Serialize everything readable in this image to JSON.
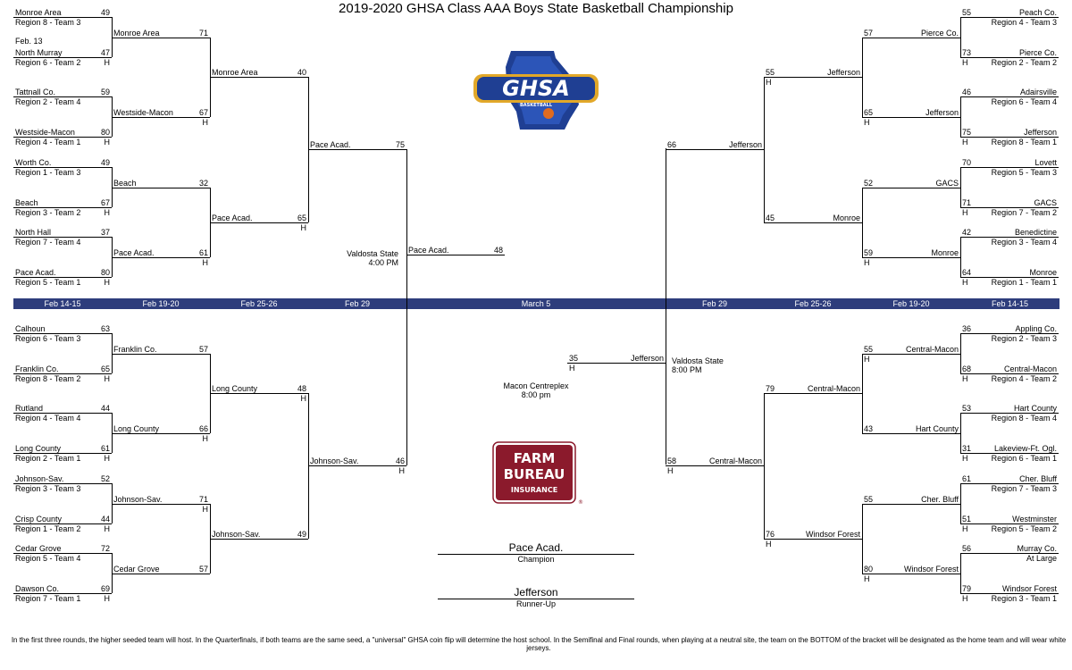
{
  "title": "2019-2020 GHSA Class AAA Boys State Basketball Championship",
  "dates": {
    "left_r1": "Feb 14-15",
    "left_r2": "Feb 19-20",
    "left_r3": "Feb 25-26",
    "left_sf": "Feb 29",
    "final": "March 5",
    "right_sf": "Feb 29",
    "right_r3": "Feb 25-26",
    "right_r2": "Feb 19-20",
    "right_r1": "Feb 14-15"
  },
  "top_left": {
    "r1": [
      {
        "team": "Monroe Area",
        "seed": "Region 8 - Team 3",
        "score": "49",
        "host": ""
      },
      {
        "team": "North Murray",
        "seed": "Region 6 - Team 2",
        "score": "47",
        "host": "H"
      },
      {
        "team": "Tattnall Co.",
        "seed": "Region 2 - Team 4",
        "score": "59",
        "host": ""
      },
      {
        "team": "Westside-Macon",
        "seed": "Region 4 - Team 1",
        "score": "80",
        "host": "H"
      },
      {
        "team": "Worth Co.",
        "seed": "Region 1 - Team 3",
        "score": "49",
        "host": ""
      },
      {
        "team": "Beach",
        "seed": "Region 3 - Team 2",
        "score": "67",
        "host": "H"
      },
      {
        "team": "North Hall",
        "seed": "Region 7 - Team 4",
        "score": "37",
        "host": ""
      },
      {
        "team": "Pace Acad.",
        "seed": "Region 5 - Team 1",
        "score": "80",
        "host": "H"
      }
    ],
    "first_note": "Feb. 13",
    "r2": [
      {
        "team": "Monroe Area",
        "score": "71",
        "host": ""
      },
      {
        "team": "Westside-Macon",
        "score": "67",
        "host": "H"
      },
      {
        "team": "Beach",
        "score": "32",
        "host": ""
      },
      {
        "team": "Pace Acad.",
        "score": "61",
        "host": "H"
      }
    ],
    "r3": [
      {
        "team": "Monroe Area",
        "score": "40",
        "host": ""
      },
      {
        "team": "Pace Acad.",
        "score": "65",
        "host": "H"
      }
    ],
    "sf": {
      "team": "Pace Acad.",
      "score": "75"
    }
  },
  "bottom_left": {
    "r1": [
      {
        "team": "Calhoun",
        "seed": "Region 6 - Team 3",
        "score": "63",
        "host": ""
      },
      {
        "team": "Franklin Co.",
        "seed": "Region 8 - Team 2",
        "score": "65",
        "host": "H"
      },
      {
        "team": "Rutland",
        "seed": "Region 4 - Team 4",
        "score": "44",
        "host": ""
      },
      {
        "team": "Long County",
        "seed": "Region 2 - Team 1",
        "score": "61",
        "host": "H"
      },
      {
        "team": "Johnson-Sav.",
        "seed": "Region 3 - Team 3",
        "score": "52",
        "host": ""
      },
      {
        "team": "Crisp County",
        "seed": "Region 1 - Team 2",
        "score": "44",
        "host": "H"
      },
      {
        "team": "Cedar Grove",
        "seed": "Region 5 - Team 4",
        "score": "72",
        "host": ""
      },
      {
        "team": "Dawson Co.",
        "seed": "Region 7 - Team 1",
        "score": "69",
        "host": "H"
      }
    ],
    "r2": [
      {
        "team": "Franklin Co.",
        "score": "57",
        "host": ""
      },
      {
        "team": "Long County",
        "score": "66",
        "host": "H"
      },
      {
        "team": "Johnson-Sav.",
        "score": "71",
        "host": "H"
      },
      {
        "team": "Cedar Grove",
        "score": "57",
        "host": ""
      }
    ],
    "r3": [
      {
        "team": "Long County",
        "score": "48",
        "host": "H"
      },
      {
        "team": "Johnson-Sav.",
        "score": "49",
        "host": ""
      }
    ],
    "sf": {
      "team": "Johnson-Sav.",
      "score": "46",
      "host": "H"
    }
  },
  "top_right": {
    "r1": [
      {
        "team": "Peach Co.",
        "seed": "Region 4 - Team 3",
        "score": "55",
        "host": ""
      },
      {
        "team": "Pierce Co.",
        "seed": "Region 2 - Team 2",
        "score": "73",
        "host": "H"
      },
      {
        "team": "Adairsville",
        "seed": "Region  6 - Team 4",
        "score": "46",
        "host": ""
      },
      {
        "team": "Jefferson",
        "seed": "Region 8 - Team 1",
        "score": "75",
        "host": "H"
      },
      {
        "team": "Lovett",
        "seed": "Region 5 - Team 3",
        "score": "70",
        "host": ""
      },
      {
        "team": "GACS",
        "seed": "Region 7 - Team 2",
        "score": "71",
        "host": "H"
      },
      {
        "team": "Benedictine",
        "seed": "Region 3 - Team 4",
        "score": "42",
        "host": ""
      },
      {
        "team": "Monroe",
        "seed": "Region 1 - Team 1",
        "score": "64",
        "host": "H"
      }
    ],
    "r2": [
      {
        "team": "Pierce Co.",
        "score": "57",
        "host": ""
      },
      {
        "team": "Jefferson",
        "score": "65",
        "host": "H"
      },
      {
        "team": "GACS",
        "score": "52",
        "host": ""
      },
      {
        "team": "Monroe",
        "score": "59",
        "host": "H"
      }
    ],
    "r3": [
      {
        "team": "Jefferson",
        "score": "55",
        "host": "H"
      },
      {
        "team": "Monroe",
        "score": "45",
        "host": ""
      }
    ],
    "sf": {
      "team": "Jefferson",
      "score": "66"
    }
  },
  "bottom_right": {
    "r1": [
      {
        "team": "Appling Co.",
        "seed": "Region 2 - Team 3",
        "score": "36",
        "host": ""
      },
      {
        "team": "Central-Macon",
        "seed": "Region 4 - Team 2",
        "score": "68",
        "host": "H"
      },
      {
        "team": "Hart County",
        "seed": "Region 8 - Team 4",
        "score": "53",
        "host": ""
      },
      {
        "team": "Lakeview-Ft. Ogl.",
        "seed": "Region 6 - Team 1",
        "score": "31",
        "host": "H"
      },
      {
        "team": "Cher. Bluff",
        "seed": "Region 7 - Team 3",
        "score": "61",
        "host": ""
      },
      {
        "team": "Westminster",
        "seed": "Region 5 - Team 2",
        "score": "51",
        "host": "H"
      },
      {
        "team": "Murray Co.",
        "seed": "At Large",
        "score": "56",
        "host": ""
      },
      {
        "team": "Windsor Forest",
        "seed": "Region 3 - Team 1",
        "score": "79",
        "host": "H"
      }
    ],
    "r2": [
      {
        "team": "Central-Macon",
        "score": "55",
        "host": "H"
      },
      {
        "team": "Hart County",
        "score": "43",
        "host": ""
      },
      {
        "team": "Cher. Bluff",
        "score": "55",
        "host": ""
      },
      {
        "team": "Windsor Forest",
        "score": "80",
        "host": "H"
      }
    ],
    "r3": [
      {
        "team": "Central-Macon",
        "score": "79",
        "host": ""
      },
      {
        "team": "Windsor Forest",
        "score": "76",
        "host": "H"
      }
    ],
    "sf": {
      "team": "Central-Macon",
      "score": "58",
      "host": "H"
    }
  },
  "final": {
    "top": {
      "team": "Pace Acad.",
      "score": "48"
    },
    "bottom": {
      "team": "Jefferson",
      "score": "35",
      "host": "H"
    }
  },
  "venues": {
    "left_sf_site": "Valdosta State",
    "left_sf_time": "4:00 PM",
    "right_sf_site": "Valdosta State",
    "right_sf_time": "8:00 PM",
    "final_site": "Macon Centreplex",
    "final_time": "8:00 pm"
  },
  "champion": {
    "team": "Pace Acad.",
    "label": "Champion"
  },
  "runner_up": {
    "team": "Jefferson",
    "label": "Runner-Up"
  },
  "logos": {
    "ghsa_text": "GHSA",
    "ghsa_sub": "BASKETBALL",
    "fb_line1": "FARM",
    "fb_line2": "BUREAU",
    "fb_line3": "INSURANCE",
    "fb_mark": "®"
  },
  "colors": {
    "date_bar": "#2e3d7c",
    "ghsa_blue": "#1f3f93",
    "ghsa_gold": "#e2a829",
    "farm_bureau_red": "#8b1a2c"
  },
  "footnote": "In the first three rounds, the higher seeded team will host. In the Quarterfinals, if both teams are the same seed, a \"universal\" GHSA coin flip will determine the host school. In the Semifinal and Final rounds, when playing at a neutral site, the team on the BOTTOM of the bracket will be designated as the home team and will wear white jerseys."
}
